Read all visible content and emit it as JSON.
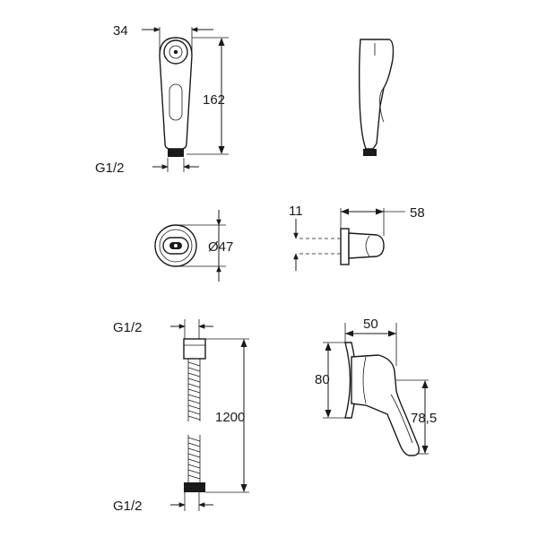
{
  "dimensions": {
    "handset_width": "34",
    "handset_height": "162",
    "handset_thread": "G1/2",
    "holder_diameter": "Ø47",
    "holder_offset": "11",
    "holder_depth": "58",
    "hose_thread_top": "G1/2",
    "hose_length": "1200",
    "hose_thread_bottom": "G1/2",
    "valve_depth": "50",
    "valve_plate": "80",
    "valve_height": "78,5"
  },
  "colors": {
    "line": "#1a1a1a",
    "background": "#ffffff"
  }
}
